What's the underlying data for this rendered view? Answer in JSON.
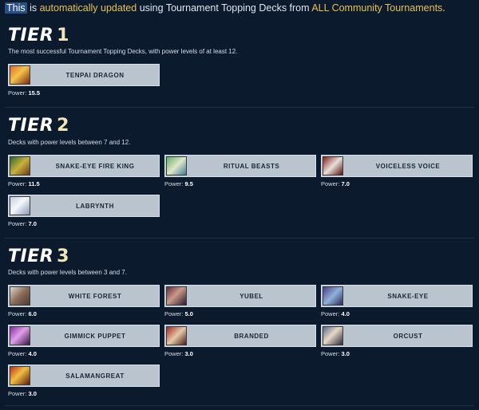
{
  "banner": {
    "part1": "This",
    "part2": " is ",
    "part3": "automatically updated",
    "part4": " using Tournament Topping Decks from ",
    "part5": "ALL Community Tournaments",
    "part6": "."
  },
  "power_label": "Power:",
  "tiers": [
    {
      "word": "TIER",
      "number": "1",
      "description": "The most successful Tournament Topping Decks, with power levels of at least 12.",
      "decks": [
        {
          "name": "TENPAI DRAGON",
          "power": "15.5",
          "thumb_icon": "tenpai-dragon-card-art-icon"
        }
      ]
    },
    {
      "word": "TIER",
      "number": "2",
      "description": "Decks with power levels between 7 and 12.",
      "decks": [
        {
          "name": "SNAKE-EYE FIRE KING",
          "power": "11.5",
          "thumb_icon": "snake-eye-fire-king-card-art-icon"
        },
        {
          "name": "RITUAL BEASTS",
          "power": "9.5",
          "thumb_icon": "ritual-beasts-card-art-icon"
        },
        {
          "name": "VOICELESS VOICE",
          "power": "7.0",
          "thumb_icon": "voiceless-voice-card-art-icon"
        },
        {
          "name": "LABRYNTH",
          "power": "7.0",
          "thumb_icon": "labrynth-card-art-icon"
        }
      ]
    },
    {
      "word": "TIER",
      "number": "3",
      "description": "Decks with power levels between 3 and 7.",
      "decks": [
        {
          "name": "WHITE FOREST",
          "power": "6.0",
          "thumb_icon": "white-forest-card-art-icon"
        },
        {
          "name": "YUBEL",
          "power": "5.0",
          "thumb_icon": "yubel-card-art-icon"
        },
        {
          "name": "SNAKE-EYE",
          "power": "4.0",
          "thumb_icon": "snake-eye-card-art-icon"
        },
        {
          "name": "GIMMICK PUPPET",
          "power": "4.0",
          "thumb_icon": "gimmick-puppet-card-art-icon"
        },
        {
          "name": "BRANDED",
          "power": "3.0",
          "thumb_icon": "branded-card-art-icon"
        },
        {
          "name": "ORCUST",
          "power": "3.0",
          "thumb_icon": "orcust-card-art-icon"
        },
        {
          "name": "SALAMANGREAT",
          "power": "3.0",
          "thumb_icon": "salamangreat-card-art-icon"
        }
      ]
    }
  ],
  "colors": {
    "background": "#0c1a2e",
    "highlight_gold": "#e8c252",
    "selection_blue": "#2a4f86",
    "deck_button": "#b9c4cf"
  }
}
